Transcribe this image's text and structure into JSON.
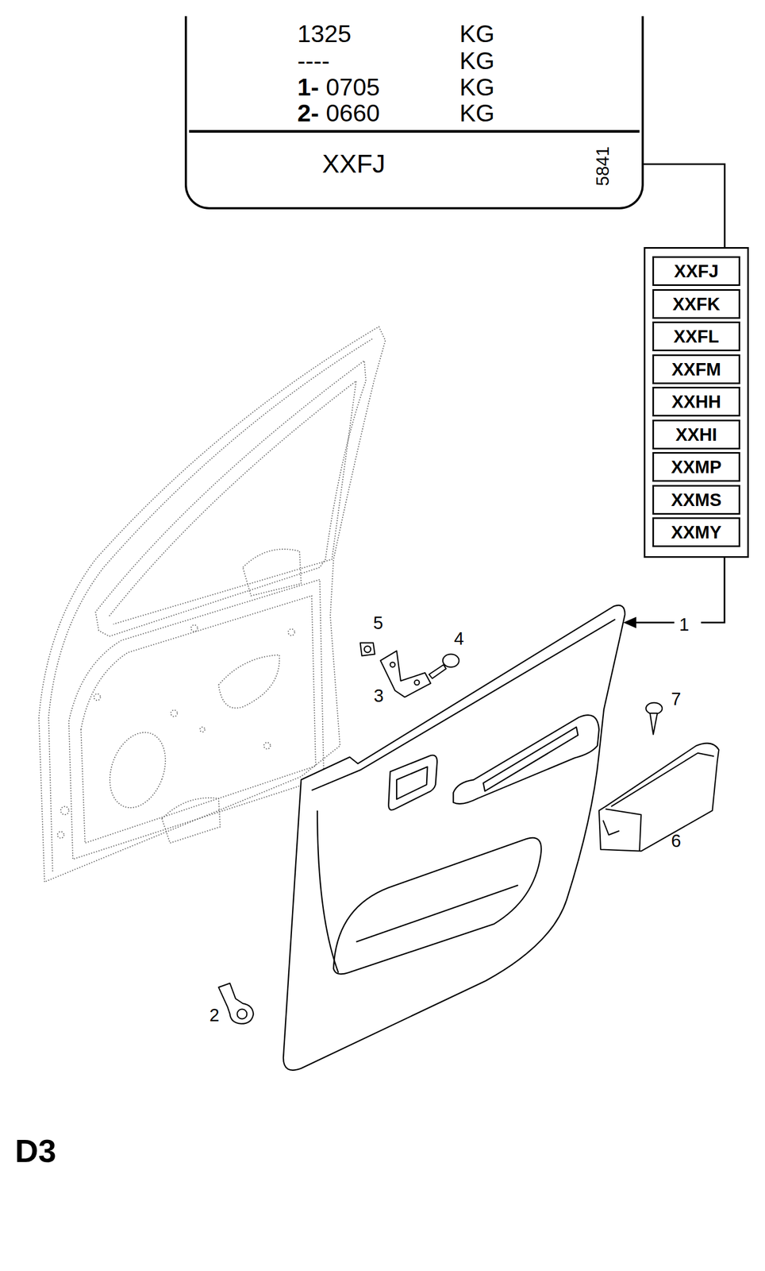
{
  "diagram": {
    "nodes": [
      {
        "text": [
          "1325",
          "KG",
          "----",
          "KG",
          "1-",
          "0705",
          "KG",
          "2-",
          "0660",
          "KG",
          "XXFJ",
          "5841"
        ]
      },
      {
        "text": [
          "XXFJ",
          "XXFK",
          "XXFL",
          "XXFM",
          "XXHH",
          "XXHI",
          "XXMP",
          "XXMS",
          "XXMY"
        ]
      }
    ],
    "edges": [
      {
        "from": 1,
        "to": 0,
        "arrow": "to"
      }
    ],
    "labels": [
      "5",
      "4",
      "1",
      "3",
      "7",
      "6",
      "2",
      "D3"
    ]
  }
}
